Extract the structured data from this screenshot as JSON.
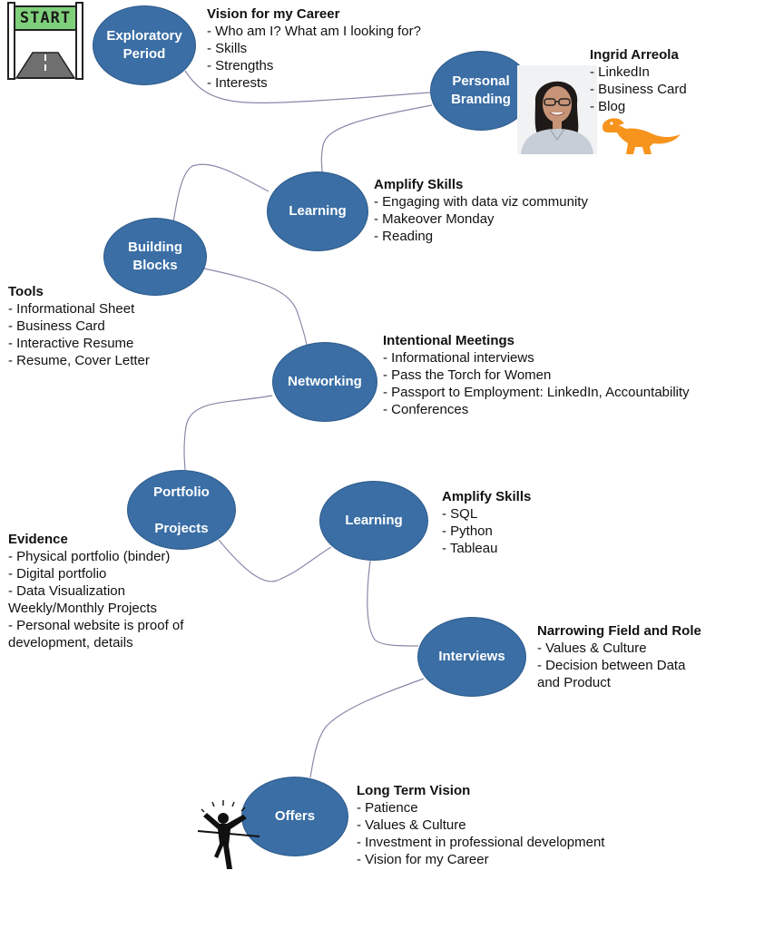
{
  "nodes": {
    "exploratory": {
      "line1": "Exploratory",
      "line2": "Period"
    },
    "personal_branding": {
      "line1": "Personal",
      "line2": "Branding"
    },
    "learning1": {
      "label": "Learning"
    },
    "building_blocks": {
      "line1": "Building",
      "line2": "Blocks"
    },
    "networking": {
      "label": "Networking"
    },
    "portfolio": {
      "line1": "Portfolio",
      "line2": "Projects"
    },
    "learning2": {
      "label": "Learning"
    },
    "interviews": {
      "label": "Interviews"
    },
    "offers": {
      "label": "Offers"
    }
  },
  "notes": {
    "vision": {
      "heading": "Vision for my Career",
      "items": [
        "- Who am I? What am I looking for?",
        "- Skills",
        "- Strengths",
        "- Interests"
      ]
    },
    "ingrid": {
      "heading": "Ingrid Arreola",
      "items": [
        "- LinkedIn",
        "- Business Card",
        "- Blog"
      ]
    },
    "amplify1": {
      "heading": "Amplify Skills",
      "items": [
        "- Engaging with data viz community",
        "- Makeover Monday",
        "- Reading"
      ]
    },
    "tools": {
      "heading": "Tools",
      "items": [
        "- Informational Sheet",
        "- Business Card",
        "- Interactive Resume",
        "- Resume, Cover Letter"
      ]
    },
    "meetings": {
      "heading": "Intentional Meetings",
      "items": [
        "- Informational interviews",
        "- Pass the Torch for Women",
        "- Passport to Employment: LinkedIn, Accountability",
        "- Conferences"
      ]
    },
    "amplify2": {
      "heading": "Amplify Skills",
      "items": [
        "- SQL",
        "- Python",
        "- Tableau"
      ]
    },
    "evidence": {
      "heading": "Evidence",
      "items": [
        "- Physical portfolio (binder)",
        "- Digital portfolio",
        "- Data Visualization",
        "Weekly/Monthly Projects",
        "- Personal website is proof of",
        "development, details"
      ]
    },
    "narrowing": {
      "heading": "Narrowing Field and Role",
      "items": [
        "- Values & Culture",
        "- Decision between Data",
        "and Product"
      ]
    },
    "longterm": {
      "heading": "Long Term Vision",
      "items": [
        "- Patience",
        "- Values & Culture",
        "- Investment in professional development",
        "- Vision for my Career"
      ]
    }
  },
  "start_sign": {
    "text": "START"
  },
  "colors": {
    "node_fill": "#3a6ea5",
    "connector": "#8a88a8",
    "sign_green": "#7fd07a",
    "dino_orange": "#f7941d"
  },
  "icons": [
    "start-gate-icon",
    "person-photo",
    "dinosaur-icon",
    "runner-finish-icon"
  ]
}
